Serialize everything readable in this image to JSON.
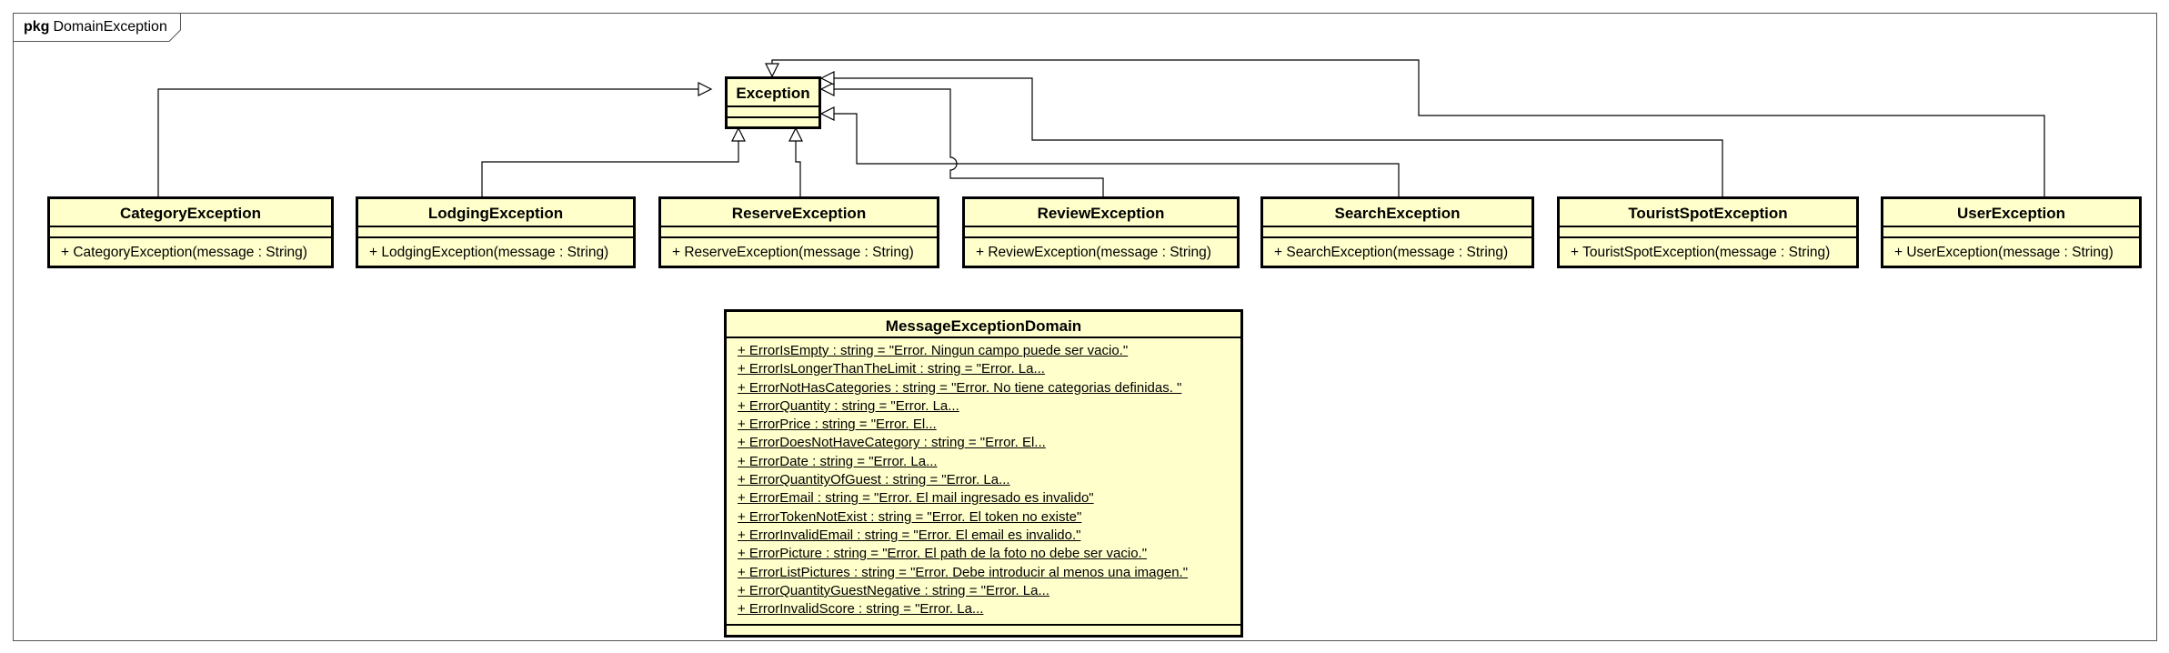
{
  "package": {
    "keyword": "pkg",
    "name": "DomainException"
  },
  "colors": {
    "class_fill": "#FFFFCC",
    "line": "#000000"
  },
  "base_class": {
    "name": "Exception"
  },
  "subclasses": [
    {
      "name": "CategoryException",
      "operation": "+ CategoryException(message : String)"
    },
    {
      "name": "LodgingException",
      "operation": "+ LodgingException(message : String)"
    },
    {
      "name": "ReserveException",
      "operation": "+ ReserveException(message : String)"
    },
    {
      "name": "ReviewException",
      "operation": "+ ReviewException(message : String)"
    },
    {
      "name": "SearchException",
      "operation": "+ SearchException(message : String)"
    },
    {
      "name": "TouristSpotException",
      "operation": "+ TouristSpotException(message : String)"
    },
    {
      "name": "UserException",
      "operation": "+ UserException(message : String)"
    }
  ],
  "message_class": {
    "name": "MessageExceptionDomain",
    "attributes": [
      "+ ErrorIsEmpty : string = \"Error. Ningun campo puede ser vacio.\"",
      "+ ErrorIsLongerThanTheLimit : string = \"Error. La...",
      "+ ErrorNotHasCategories : string = \"Error. No tiene categorias definidas. \"",
      "+ ErrorQuantity : string = \"Error. La...",
      "+ ErrorPrice : string = \"Error. El...",
      "+ ErrorDoesNotHaveCategory : string = \"Error. El...",
      "+ ErrorDate : string = \"Error. La...",
      "+ ErrorQuantityOfGuest : string = \"Error. La...",
      "+ ErrorEmail : string = \"Error. El mail ingresado es invalido\"",
      "+ ErrorTokenNotExist : string = \"Error. El token no existe\"",
      "+ ErrorInvalidEmail : string = \"Error. El email es invalido.\"",
      "+ ErrorPicture : string = \"Error. El path de la foto no debe ser vacio.\"",
      "+ ErrorListPictures : string = \"Error. Debe introducir al menos una imagen.\"",
      "+ ErrorQuantityGuestNegative : string = \"Error. La...",
      "+ ErrorInvalidScore : string = \"Error. La..."
    ]
  }
}
